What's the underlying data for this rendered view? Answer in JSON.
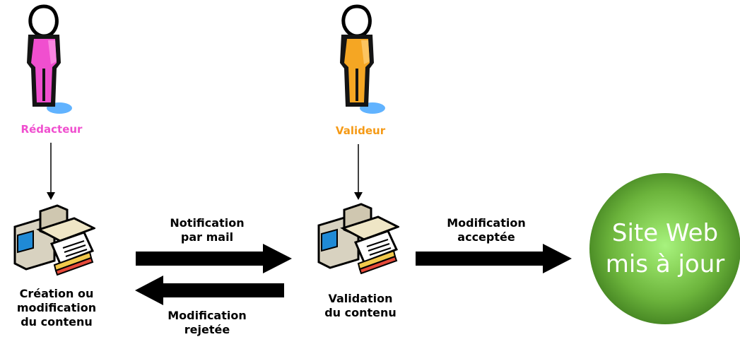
{
  "actors": {
    "writer": {
      "label": "Rédacteur",
      "color": "#f04fcf"
    },
    "validator": {
      "label": "Valideur",
      "color": "#f59a16"
    }
  },
  "nodes": {
    "creation": {
      "lines": [
        "Création ou",
        "modification",
        "du contenu"
      ]
    },
    "validation": {
      "lines": [
        "Validation",
        "du contenu"
      ]
    },
    "site": {
      "lines": [
        "Site Web",
        "mis à jour"
      ]
    }
  },
  "arrows": {
    "notification": {
      "lines": [
        "Notification",
        "par mail"
      ]
    },
    "rejected": {
      "lines": [
        "Modification",
        "rejetée"
      ]
    },
    "accepted": {
      "lines": [
        "Modification",
        "acceptée"
      ]
    }
  }
}
